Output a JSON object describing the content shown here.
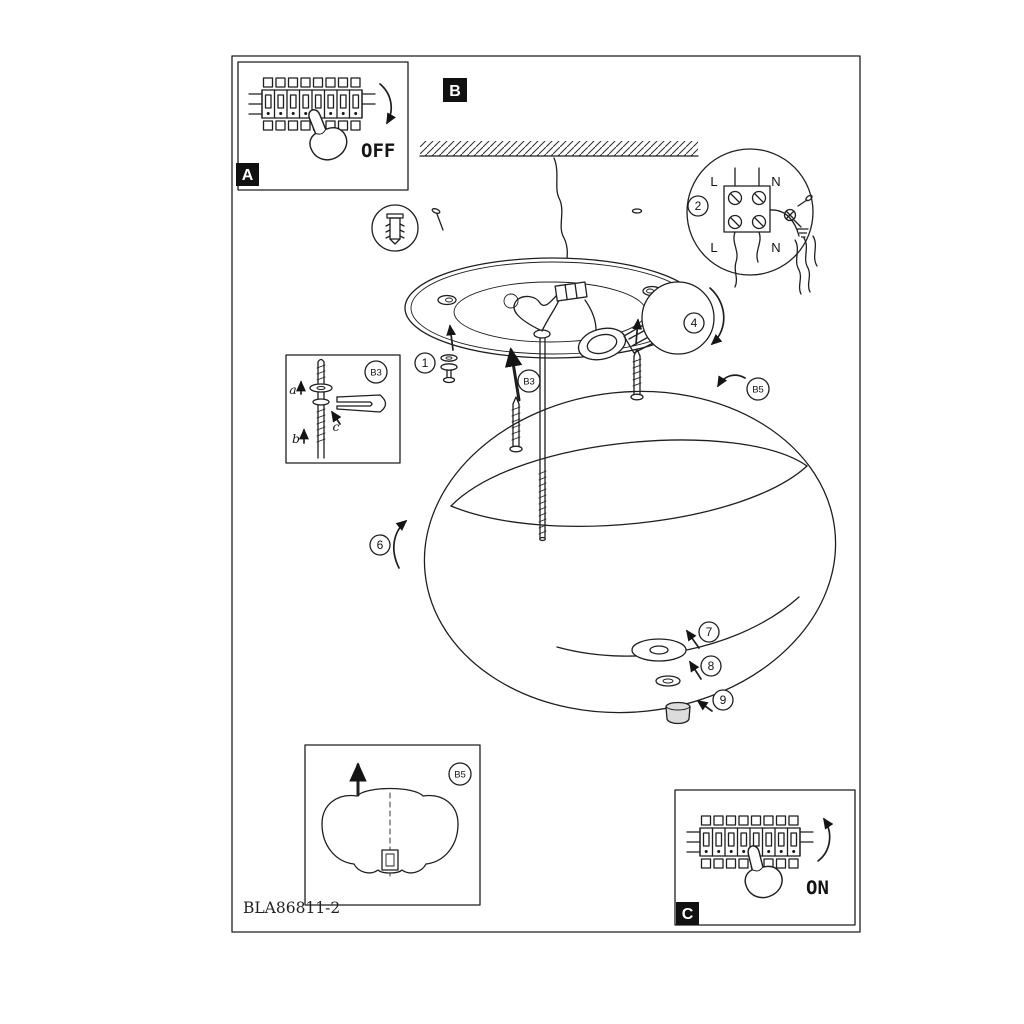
{
  "document": {
    "model_code": "BLA86811-2"
  },
  "power_panels": {
    "a": {
      "badge": "A",
      "switch_state": "OFF"
    },
    "b": {
      "badge": "B"
    },
    "c": {
      "badge": "C",
      "switch_state": "ON"
    }
  },
  "wiring_inset": {
    "step": "2",
    "terminal_top_left": "L",
    "terminal_top_right": "N",
    "terminal_bottom_left": "L",
    "terminal_bottom_right": "N"
  },
  "steps": {
    "s1": "1",
    "s3": "B3",
    "s4": "4",
    "s5": "B5",
    "s6": "6",
    "s7": "7",
    "s8": "8",
    "s9": "9"
  },
  "inset_b3": {
    "badge": "B3",
    "callout_a": "a",
    "callout_b": "b",
    "callout_c": "c"
  },
  "inset_b5": {
    "badge": "B5"
  }
}
